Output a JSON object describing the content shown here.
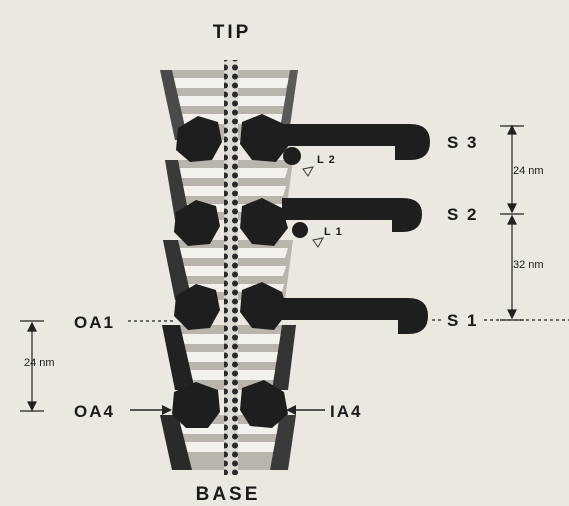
{
  "labels": {
    "tip": "TIP",
    "base": "BASE",
    "s1": "S 1",
    "s2": "S 2",
    "s3": "S 3",
    "l1": "L 1",
    "l2": "L 2",
    "oa1": "OA1",
    "oa4": "OA4",
    "ia4": "IA4",
    "dist_s3_s2": "24 nm",
    "dist_s2_s1": "32 nm",
    "dist_oa1_oa4": "24 nm"
  },
  "colors": {
    "background": "#ebe8e1",
    "ink": "#1a1a1a",
    "body_light": "#bdb9b1",
    "stripe": "#f2f0ec"
  }
}
